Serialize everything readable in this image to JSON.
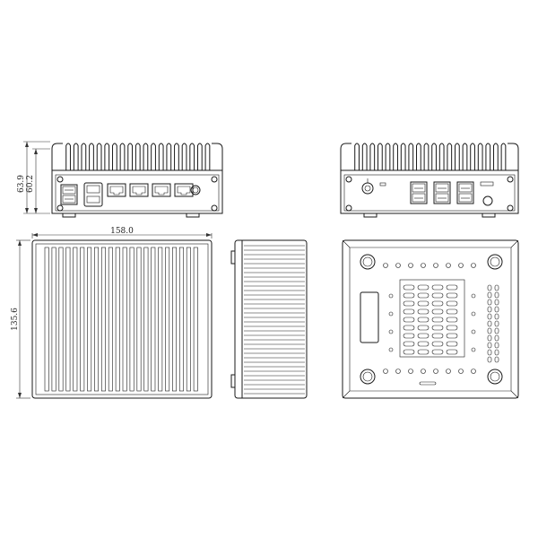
{
  "dimensions": {
    "height_total": "63.9",
    "height_body": "60.2",
    "width": "158.0",
    "depth": "135.6"
  },
  "views": [
    "front-view",
    "rear-view",
    "top-view",
    "side-view",
    "bottom-view"
  ],
  "colors": {
    "line": "#1a1a1a",
    "background": "#ffffff"
  }
}
